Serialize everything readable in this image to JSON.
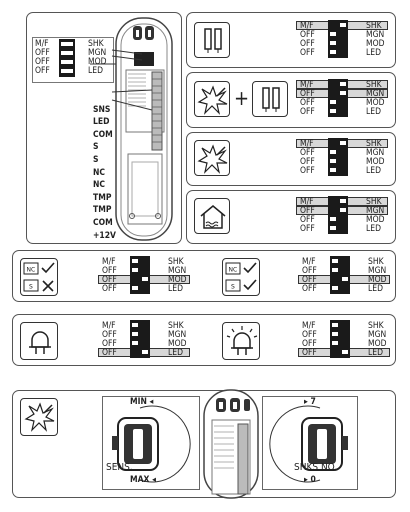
{
  "sw_rows": [
    "M/F",
    "OFF",
    "OFF",
    "OFF"
  ],
  "fn_rows": [
    "SHK",
    "MGN",
    "MOD",
    "LED"
  ],
  "fn_rows_mgn": [
    "SHK",
    "MGN",
    "MOD",
    "LED"
  ],
  "terminals": [
    "SNS",
    "LED",
    "COM",
    "S",
    "S",
    "NC",
    "NC",
    "TMP",
    "TMP",
    "COM",
    "+12V"
  ],
  "adj": {
    "min": "MIN",
    "max": "MAX",
    "sens": "SENS.",
    "seven": "7",
    "zero": "0",
    "shks": "SHKS NO."
  },
  "icons": [
    "magnet-contact-icon",
    "shock-icon",
    "home-flood-icon",
    "nc-check-icon",
    "s-cross-icon",
    "led-off-icon",
    "led-on-icon"
  ]
}
